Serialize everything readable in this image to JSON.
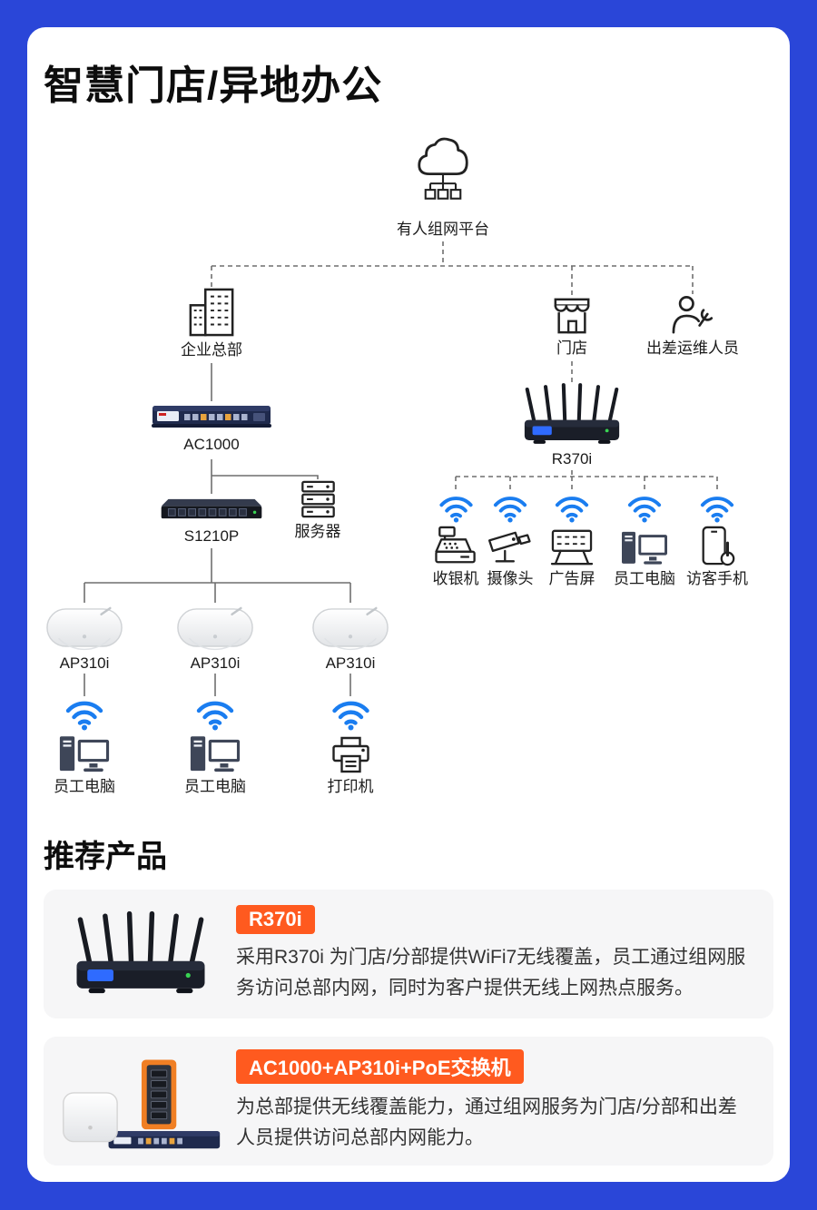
{
  "page": {
    "title": "智慧门店/异地办公",
    "recommend_title": "推荐产品",
    "colors": {
      "background_blue": "#2a46d8",
      "wifi_blue": "#1a7df0",
      "badge_orange": "#ff5a1f"
    }
  },
  "diagram": {
    "cloud": "有人组网平台",
    "hq": "企业总部",
    "store": "门店",
    "traveler": "出差运维人员",
    "ac": "AC1000",
    "switch": "S1210P",
    "server": "服务器",
    "aps": [
      "AP310i",
      "AP310i",
      "AP310i"
    ],
    "ap_children": [
      "员工电脑",
      "员工电脑",
      "打印机"
    ],
    "router": "R370i",
    "store_children": [
      "收银机",
      "摄像头",
      "广告屏",
      "员工电脑",
      "访客手机"
    ],
    "icons": {
      "cloud": "cloud-network-icon",
      "hq": "building-icon",
      "store": "storefront-icon",
      "traveler": "person-wrench-icon",
      "wifi": "wifi-icon",
      "computer": "desktop-computer-icon",
      "printer": "printer-icon",
      "cashier": "cash-register-icon",
      "camera": "cctv-camera-icon",
      "billboard": "ad-screen-icon",
      "phone": "phone-touch-icon",
      "server": "server-rack-icon"
    }
  },
  "cards": [
    {
      "badge": "R370i",
      "text": "采用R370i 为门店/分部提供WiFi7无线覆盖，员工通过组网服务访问总部内网，同时为客户提供无线上网热点服务。"
    },
    {
      "badge": "AC1000+AP310i+PoE交换机",
      "text": "为总部提供无线覆盖能力，通过组网服务为门店/分部和出差人员提供访问总部内网能力。"
    }
  ]
}
